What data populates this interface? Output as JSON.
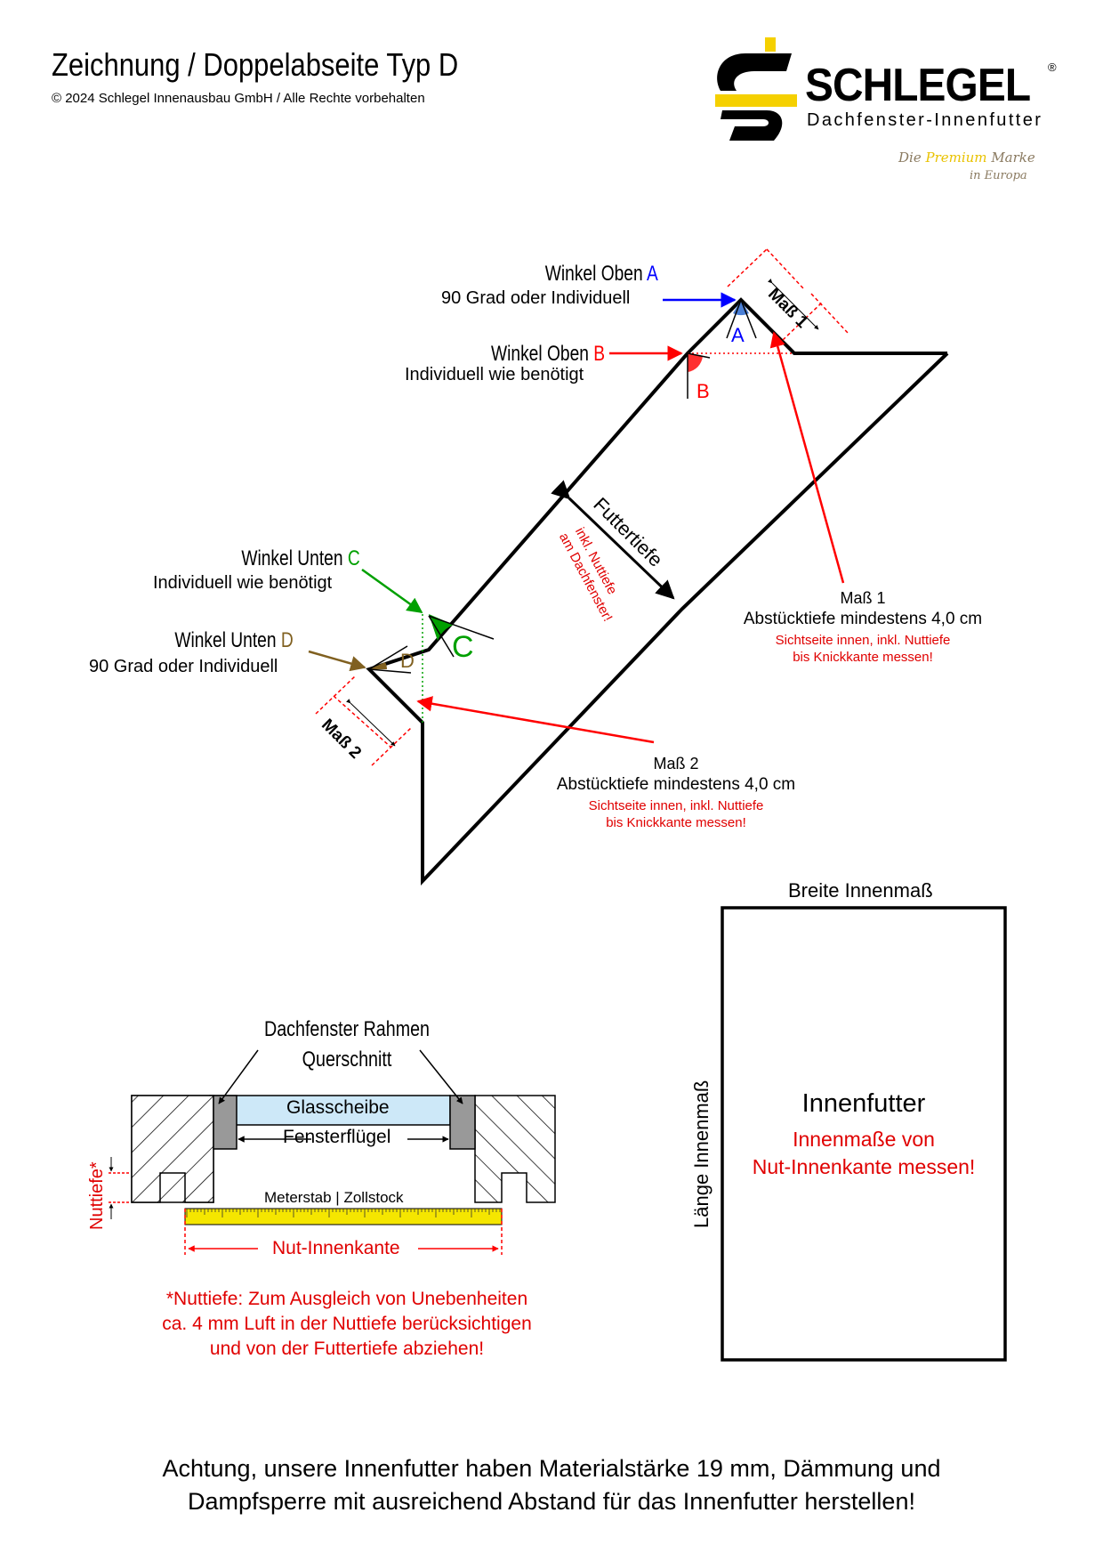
{
  "header": {
    "title": "Zeichnung / Doppelabseite Typ D",
    "copyright": "© 2024 Schlegel Innenausbau GmbH / Alle Rechte vorbehalten"
  },
  "brand": {
    "name": "SCHLEGEL",
    "registered": "®",
    "subtitle": "Dachfenster-Innenfutter",
    "tagline_pre": "Die",
    "tagline_premium": "Premium",
    "tagline_post": "Marke",
    "tagline_line2": "in Europa",
    "colors": {
      "yellow": "#f5d000",
      "black": "#000000"
    }
  },
  "diagram": {
    "angle_a": {
      "title": "Winkel Oben",
      "letter": "A",
      "desc": "90 Grad oder Individuell",
      "color": "#0000ff"
    },
    "angle_b": {
      "title": "Winkel Oben",
      "letter": "B",
      "desc": "Individuell wie benötigt",
      "color": "#ff0000"
    },
    "angle_c": {
      "title": "Winkel Unten",
      "letter": "C",
      "desc": "Individuell wie benötigt",
      "color": "#00a000"
    },
    "angle_d": {
      "title": "Winkel Unten",
      "letter": "D",
      "desc": "90 Grad oder Individuell",
      "color": "#806020"
    },
    "mass1_dim": "Maß 1",
    "mass2_dim": "Maß 2",
    "futtertiefe": "Futtertiefe",
    "futtertiefe_note1": "inkl. Nuttiefe",
    "futtertiefe_note2": "am Dachfenster!",
    "mass1": {
      "title": "Maß 1",
      "desc": "Abstücktiefe mindestens 4,0 cm",
      "note1": "Sichtseite innen, inkl. Nuttiefe",
      "note2": "bis Knickkante messen!"
    },
    "mass2": {
      "title": "Maß 2",
      "desc": "Abstücktiefe mindestens 4,0 cm",
      "note1": "Sichtseite innen, inkl. Nuttiefe",
      "note2": "bis Knickkante messen!"
    }
  },
  "cross_section": {
    "title_line1": "Dachfenster Rahmen",
    "title_line2": "Querschnitt",
    "glass": "Glasscheibe",
    "sash": "Fensterflügel",
    "ruler_label": "Meterstab | Zollstock",
    "nut_innenkante": "Nut-Innenkante",
    "nuttiefe": "Nuttiefe*",
    "note_line1": "*Nuttiefe: Zum Ausgleich von Unebenheiten",
    "note_line2": "ca. 4 mm Luft in der Nuttiefe berücksichtigen",
    "note_line3": "und von der Futtertiefe abziehen!"
  },
  "rect_panel": {
    "width_label": "Breite Innenmaß",
    "length_label": "Länge Innenmaß",
    "title": "Innenfutter",
    "note_line1": "Innenmaße von",
    "note_line2": "Nut-Innenkante messen!"
  },
  "footer": {
    "line1": "Achtung, unsere Innenfutter haben Materialstärke 19 mm, Dämmung und",
    "line2": "Dampfsperre mit ausreichend Abstand für das Innenfutter herstellen!"
  }
}
